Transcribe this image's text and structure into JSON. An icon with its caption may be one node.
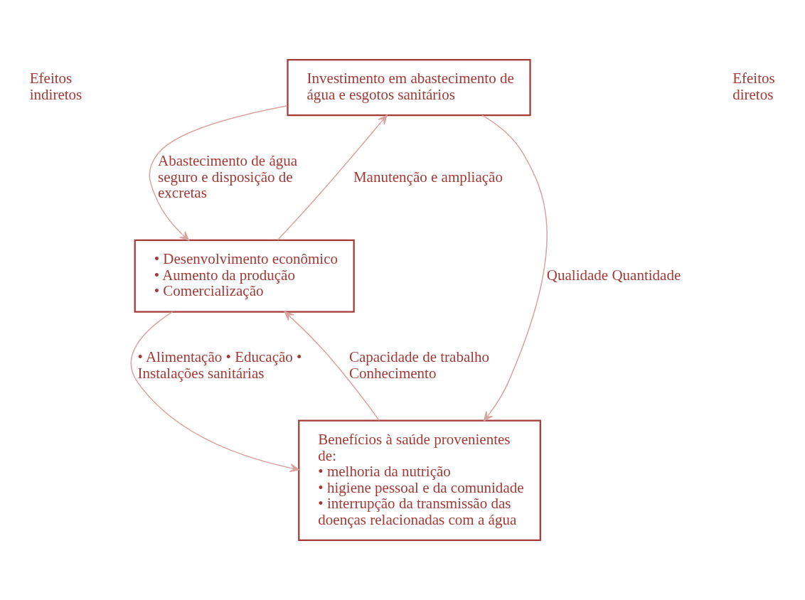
{
  "diagram": {
    "nodes": [
      {
        "text": [
          "Investimento em abastecimento de água e esgotos sanitários"
        ]
      },
      {
        "text": [
          "• Desenvolvimento econômico",
          "• Aumento da produção",
          "• Comercialização"
        ]
      },
      {
        "text": [
          "Benefícios à saúde provenientes de:",
          "• melhoria da nutrição",
          "• higiene pessoal e da comunidade",
          "• interrupção da transmissão das doenças relacionadas com a água"
        ]
      }
    ],
    "edges": [
      {
        "from": 0,
        "to": 1,
        "arrow": "to",
        "label": "Abastecimento de água seguro e disposição de excretas"
      },
      {
        "from": 1,
        "to": 0,
        "arrow": "to",
        "label": "Manutenção e ampliação"
      },
      {
        "from": 0,
        "to": 2,
        "arrow": "to",
        "label": "Qualidade Quantidade"
      },
      {
        "from": 2,
        "to": 1,
        "arrow": "to",
        "label": "Capacidade de trabalho Conhecimento"
      },
      {
        "from": 1,
        "to": 2,
        "arrow": "to",
        "label": "• Alimentação • Educação • Instalações sanitárias"
      }
    ],
    "labels": [
      "Efeitos indiretos",
      "Efeitos diretos"
    ]
  }
}
